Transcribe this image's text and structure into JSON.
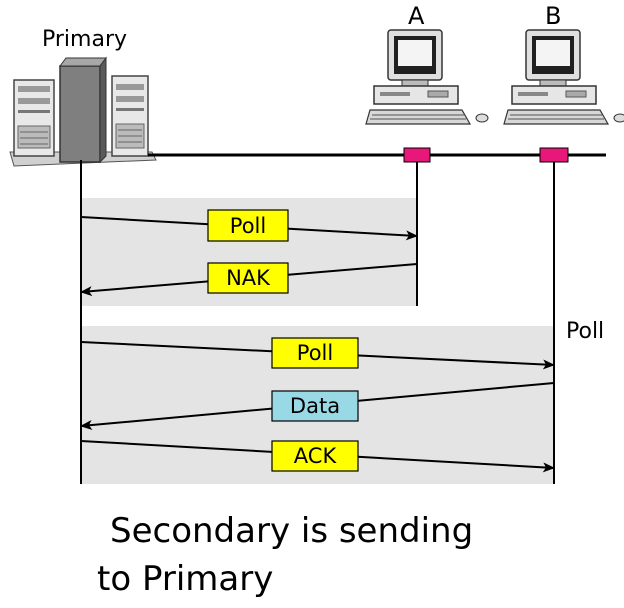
{
  "labels": {
    "primary": "Primary",
    "station_a": "A",
    "station_b": "B",
    "poll_side": "Poll"
  },
  "exchange_a": {
    "poll": "Poll",
    "nak": "NAK"
  },
  "exchange_b": {
    "poll": "Poll",
    "data": "Data",
    "ack": "ACK"
  },
  "caption": {
    "line1": "Secondary is sending",
    "line2": "to Primary"
  },
  "colors": {
    "control_frame": "#ffff00",
    "data_frame": "#99d9e6",
    "connector": "#e8187a",
    "shaded_region": "#e4e4e4"
  }
}
